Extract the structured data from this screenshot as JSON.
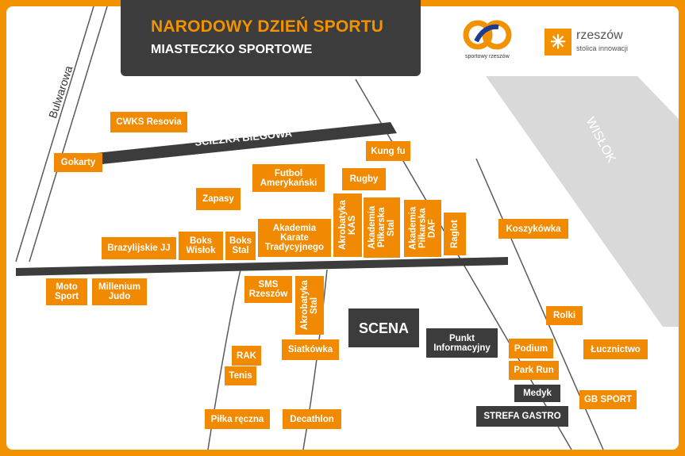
{
  "header": {
    "title": "NARODOWY DZIEŃ SPORTU",
    "subtitle": "MIASTECZKO SPORTOWE"
  },
  "logos": {
    "sportowy": "sportowy rzeszów",
    "rzeszow_name": "rzeszów",
    "rzeszow_tagline": "stolica innowacji"
  },
  "streets": {
    "bulwarowa": "Bulwarowa",
    "sciezka": "ŚCIEŻKA BIEGOWA",
    "wislok": "WISŁOK"
  },
  "venues": {
    "cwks": "CWKS Resovia",
    "gokarty": "Gokarty",
    "kungfu": "Kung fu",
    "futbol": "Futbol\nAmerykański",
    "rugby": "Rugby",
    "zapasy": "Zapasy",
    "brazylijskie": "Brazylijskie JJ",
    "boks_wislok": "Boks\nWisłok",
    "boks_stal": "Boks\nStal",
    "karate": "Akademia\nKarate\nTradycyjnego",
    "akrobatyka_kas": "Akrobatyka\nKAS",
    "akademia_stal": "Akademia\nPiłkarska\nStal",
    "akademia_daf": "Akademia\nPiłkarska\nDAF",
    "raglot": "Raglot",
    "koszykowka": "Koszykówka",
    "moto": "Moto\nSport",
    "millenium": "Millenium\nJudo",
    "sms": "SMS\nRzeszów",
    "akrobatyka_stal": "Akrobatyka\nStal",
    "scena": "SCENA",
    "punkt": "Punkt\nInformacyjny",
    "rak": "RAK",
    "siatkowka": "Siatkówka",
    "tenis": "Tenis",
    "podium": "Podium",
    "rolki": "Rolki",
    "lucznictwo": "Łucznictwo",
    "parkrun": "Park Run",
    "medyk": "Medyk",
    "gbsport": "GB SPORT",
    "pilka": "Piłka ręczna",
    "decathlon": "Decathlon",
    "gastro": "STREFA GASTRO"
  },
  "colors": {
    "frame": "#f39200",
    "ground": "#ffffff",
    "label": "#f18a00",
    "dark": "#3c3c3c",
    "river": "#d9d9d9",
    "path": "#3c3c3c"
  }
}
